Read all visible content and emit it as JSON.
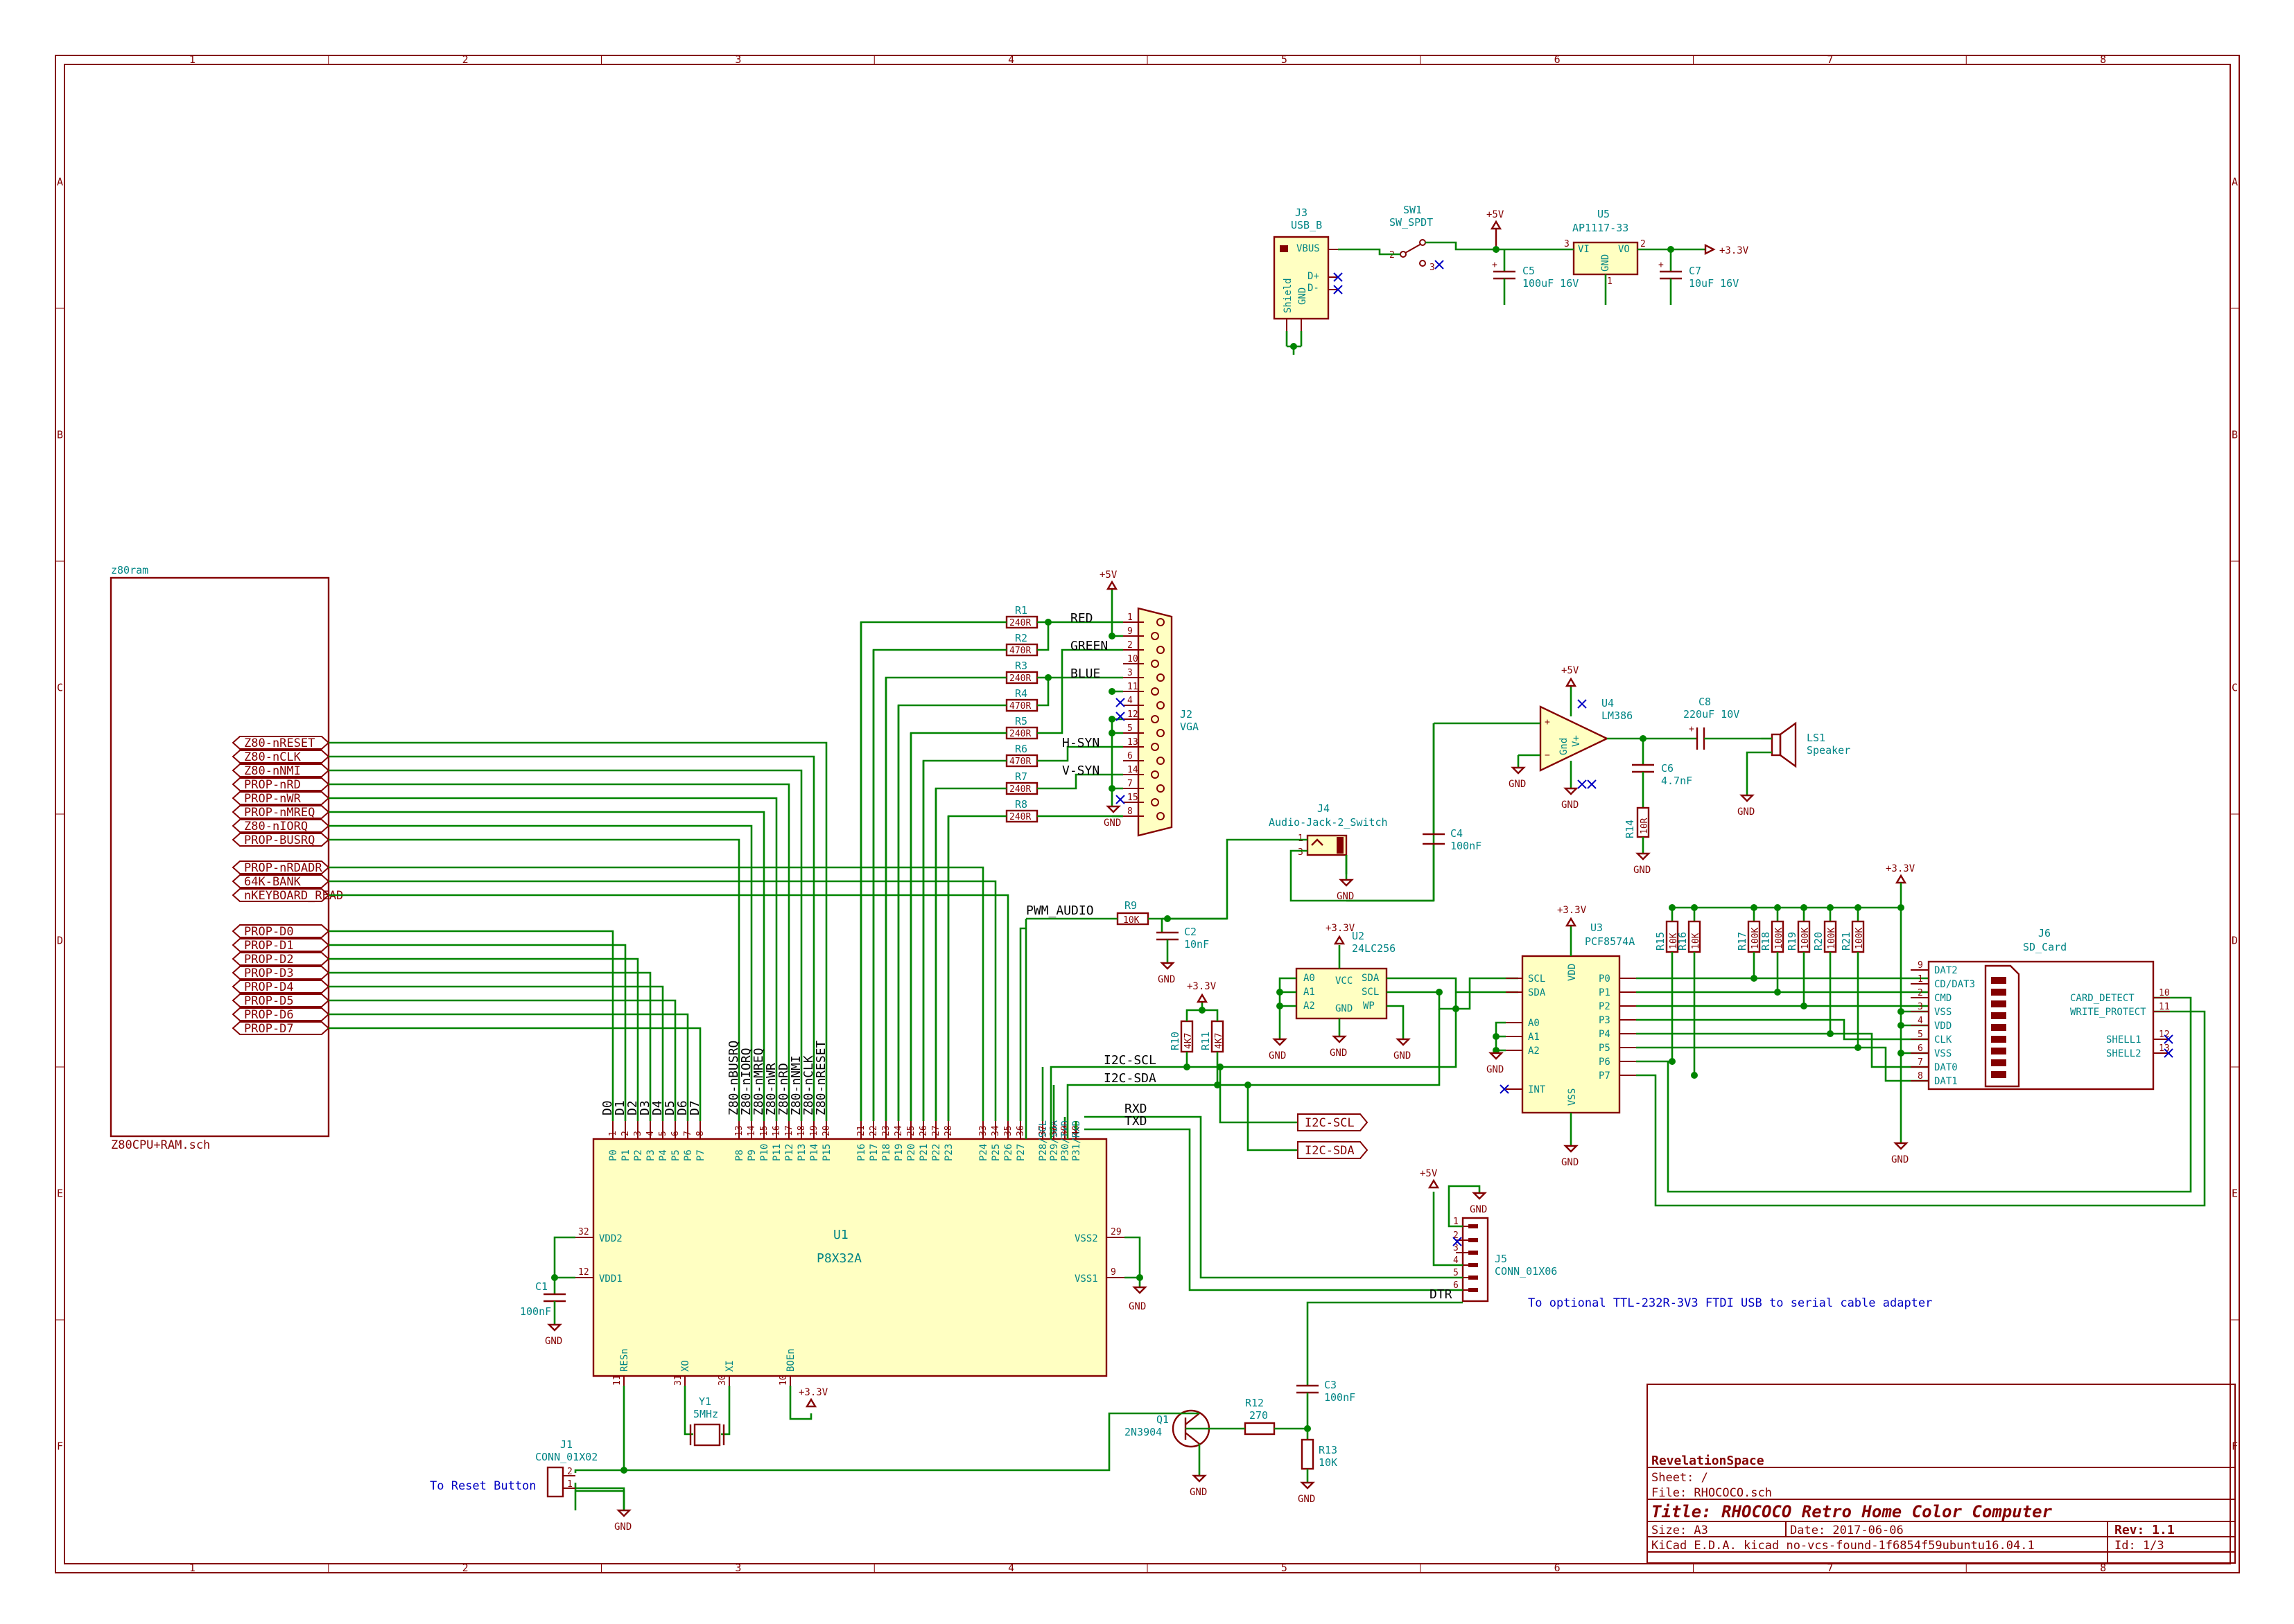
{
  "frame": {
    "columns": [
      "1",
      "2",
      "3",
      "4",
      "5",
      "6",
      "7",
      "8"
    ],
    "rows": [
      "A",
      "B",
      "C",
      "D",
      "E",
      "F"
    ]
  },
  "title_block": {
    "company": "RevelationSpace",
    "sheet": "Sheet: /",
    "file": "File: RHOCOCO.sch",
    "title": "Title: RHOCOCO Retro Home Color Computer",
    "size": "Size: A3",
    "date": "Date: 2017-06-06",
    "rev": "Rev: 1.1",
    "tool": "KiCad E.D.A.  kicad no-vcs-found-1f6854f59ubuntu16.04.1",
    "id": "Id: 1/3"
  },
  "hier_sheet": {
    "name": "z80ram",
    "file": "Z80CPU+RAM.sch",
    "pins_upper": [
      "Z80-nRESET",
      "Z80-nCLK",
      "Z80-nNMI",
      "PROP-nRD",
      "PROP-nWR",
      "PROP-nMREQ",
      "Z80-nIORQ",
      "PROP-BUSRQ"
    ],
    "pins_middle": [
      "PROP-nRDADR",
      "64K-BANK",
      "nKEYBOARD_READ"
    ],
    "pins_lower": [
      "PROP-D0",
      "PROP-D1",
      "PROP-D2",
      "PROP-D3",
      "PROP-D4",
      "PROP-D5",
      "PROP-D6",
      "PROP-D7"
    ]
  },
  "u1": {
    "ref": "U1",
    "value": "P8X32A",
    "pin_names_top": [
      "P0",
      "P1",
      "P2",
      "P3",
      "P4",
      "P5",
      "P6",
      "P7",
      "P8",
      "P9",
      "P10",
      "P11",
      "P12",
      "P13",
      "P14",
      "P15",
      "P16",
      "P17",
      "P18",
      "P19",
      "P20",
      "P21",
      "P22",
      "P23",
      "P24",
      "P25",
      "P26",
      "P27",
      "P28/SCL",
      "P29/SDA",
      "P30/TxD",
      "P31/RxD"
    ],
    "pin_nums_top": [
      "1",
      "2",
      "3",
      "4",
      "5",
      "6",
      "7",
      "8",
      "13",
      "14",
      "15",
      "16",
      "17",
      "18",
      "19",
      "20",
      "21",
      "22",
      "23",
      "24",
      "25",
      "26",
      "27",
      "28",
      "33",
      "34",
      "35",
      "36",
      "37",
      "38",
      "39",
      "40"
    ],
    "left_pins": [
      {
        "name": "VDD2",
        "num": "32"
      },
      {
        "name": "VDD1",
        "num": "12"
      }
    ],
    "right_pins": [
      {
        "name": "VSS2",
        "num": "29"
      },
      {
        "name": "VSS1",
        "num": "9"
      }
    ],
    "bottom_pins": [
      {
        "name": "RESn",
        "num": "11"
      },
      {
        "name": "XO",
        "num": "31"
      },
      {
        "name": "XI",
        "num": "30"
      },
      {
        "name": "BOEn",
        "num": "10"
      }
    ]
  },
  "bus_labels_d": [
    "D0",
    "D1",
    "D2",
    "D3",
    "D4",
    "D5",
    "D6",
    "D7"
  ],
  "bus_labels_ctrl": [
    "Z80-nBUSRQ",
    "Z80-nIORQ",
    "Z80-nMREQ",
    "Z80-nWR",
    "Z80-nRD",
    "Z80-nNMI",
    "Z80-nCLK",
    "Z80-nRESET"
  ],
  "vga": {
    "ref": "J2",
    "value": "VGA",
    "resistors": [
      {
        "ref": "R1",
        "value": "240R"
      },
      {
        "ref": "R2",
        "value": "470R"
      },
      {
        "ref": "R3",
        "value": "240R"
      },
      {
        "ref": "R4",
        "value": "470R"
      },
      {
        "ref": "R5",
        "value": "240R"
      },
      {
        "ref": "R6",
        "value": "470R"
      },
      {
        "ref": "R7",
        "value": "240R"
      },
      {
        "ref": "R8",
        "value": "240R"
      }
    ],
    "nets": [
      "RED",
      "GREEN",
      "BLUE",
      "H-SYN",
      "V-SYN"
    ],
    "pins": [
      "1",
      "9",
      "2",
      "10",
      "3",
      "11",
      "4",
      "12",
      "5",
      "13",
      "6",
      "14",
      "7",
      "15",
      "8"
    ],
    "supply": "+5V",
    "gnd": "GND"
  },
  "power_section": {
    "j3": {
      "ref": "J3",
      "value": "USB_B",
      "pins": [
        "VBUS",
        "D+",
        "D-",
        "Shield",
        "GND"
      ]
    },
    "sw1": {
      "ref": "SW1",
      "value": "SW_SPDT"
    },
    "u5": {
      "ref": "U5",
      "value": "AP1117-33",
      "pins": [
        "VI",
        "VO",
        "GND"
      ]
    },
    "c5": {
      "ref": "C5",
      "value": "100uF 16V"
    },
    "c7": {
      "ref": "C7",
      "value": "10uF 16V"
    },
    "rails": [
      "+5V",
      "+3.3V"
    ]
  },
  "audio": {
    "u4": {
      "ref": "U4",
      "value": "LM386"
    },
    "c8": {
      "ref": "C8",
      "value": "220uF 10V"
    },
    "ls1": {
      "ref": "LS1",
      "value": "Speaker"
    },
    "c6": {
      "ref": "C6",
      "value": "4.7nF"
    },
    "r14": {
      "ref": "R14",
      "value": "10R"
    },
    "c4": {
      "ref": "C4",
      "value": "100nF"
    },
    "j4": {
      "ref": "J4",
      "value": "Audio-Jack-2_Switch"
    },
    "r9": {
      "ref": "R9",
      "value": "10K"
    },
    "c2": {
      "ref": "C2",
      "value": "10nF"
    },
    "net": "PWM_AUDIO"
  },
  "i2c": {
    "u2": {
      "ref": "U2",
      "value": "24LC256",
      "pins": [
        "A0",
        "A1",
        "A2",
        "GND",
        "VCC",
        "SDA",
        "SCL",
        "WP"
      ]
    },
    "r10": {
      "ref": "R10",
      "value": "4K7"
    },
    "r11": {
      "ref": "R11",
      "value": "4K7"
    },
    "nets": [
      "I2C-SCL",
      "I2C-SDA"
    ],
    "u3": {
      "ref": "U3",
      "value": "PCF8574A",
      "left": [
        "SCL",
        "SDA",
        "A0",
        "A1",
        "A2",
        "INT"
      ],
      "right": [
        "P0",
        "P1",
        "P2",
        "P3",
        "P4",
        "P5",
        "P6",
        "P7"
      ],
      "top": "VDD",
      "bottom": "VSS"
    },
    "pullups": [
      {
        "ref": "R15",
        "value": "10K"
      },
      {
        "ref": "R16",
        "value": "10K"
      },
      {
        "ref": "R17",
        "value": "100K"
      },
      {
        "ref": "R18",
        "value": "100K"
      },
      {
        "ref": "R19",
        "value": "100K"
      },
      {
        "ref": "R20",
        "value": "100K"
      },
      {
        "ref": "R21",
        "value": "100K"
      }
    ]
  },
  "sd": {
    "ref": "J6",
    "value": "SD_Card",
    "left": [
      {
        "n": "9",
        "name": "DAT2"
      },
      {
        "n": "1",
        "name": "CD/DAT3"
      },
      {
        "n": "2",
        "name": "CMD"
      },
      {
        "n": "3",
        "name": "VSS"
      },
      {
        "n": "4",
        "name": "VDD"
      },
      {
        "n": "5",
        "name": "CLK"
      },
      {
        "n": "6",
        "name": "VSS"
      },
      {
        "n": "7",
        "name": "DAT0"
      },
      {
        "n": "8",
        "name": "DAT1"
      }
    ],
    "right": [
      {
        "n": "10",
        "name": "CARD_DETECT"
      },
      {
        "n": "11",
        "name": "WRITE_PROTECT"
      },
      {
        "n": "12",
        "name": "SHELL1"
      },
      {
        "n": "13",
        "name": "SHELL2"
      }
    ]
  },
  "serial": {
    "j5": {
      "ref": "J5",
      "value": "CONN_01X06"
    },
    "nets": [
      "RXD",
      "TXD",
      "DTR"
    ],
    "note": "To optional TTL-232R-3V3 FTDI USB to serial cable adapter",
    "c3": {
      "ref": "C3",
      "value": "100nF"
    },
    "r12": {
      "ref": "R12",
      "value": "270"
    },
    "r13": {
      "ref": "R13",
      "value": "10K"
    },
    "q1": {
      "ref": "Q1",
      "value": "2N3904"
    }
  },
  "misc": {
    "c1": {
      "ref": "C1",
      "value": "100nF"
    },
    "y1": {
      "ref": "Y1",
      "value": "5MHz"
    },
    "j1": {
      "ref": "J1",
      "value": "CONN_01X02"
    },
    "reset_note": "To Reset Button",
    "gnd": "GND",
    "v33": "+3.3V",
    "v5": "+5V"
  }
}
